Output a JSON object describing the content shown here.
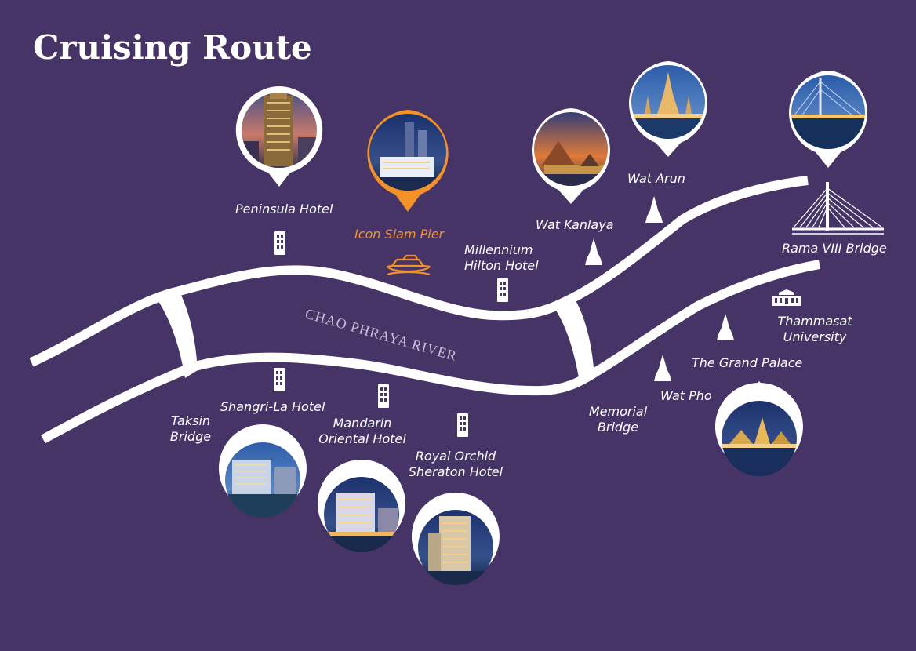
{
  "title": "Cruising Route",
  "river_name": "CHAO PHRAYA RIVER",
  "colors": {
    "background": "#463466",
    "river": "#ffffff",
    "highlight": "#f4922a"
  },
  "places": {
    "peninsula": "Peninsula Hotel",
    "icon_siam": "Icon Siam Pier",
    "millennium_line1": "Millennium",
    "millennium_line2": "Hilton Hotel",
    "wat_kanlaya": "Wat Kanlaya",
    "wat_arun": "Wat Arun",
    "rama8": "Rama VIII Bridge",
    "thammasat_line1": "Thammasat",
    "thammasat_line2": "University",
    "grand_palace": "The Grand Palace",
    "wat_pho": "Wat Pho",
    "memorial_line1": "Memorial",
    "memorial_line2": "Bridge",
    "taksin_line1": "Taksin",
    "taksin_line2": "Bridge",
    "shangri_la": "Shangri-La Hotel",
    "mandarin_line1": "Mandarin",
    "mandarin_line2": "Oriental Hotel",
    "royal_orchid_line1": "Royal Orchid",
    "royal_orchid_line2": "Sheraton Hotel"
  },
  "icons": {
    "hotel": "hotel-building-icon",
    "temple": "temple-stupa-icon",
    "boat": "boat-icon",
    "bridge": "cable-bridge-icon",
    "university": "university-building-icon",
    "photo_pin": "photo-pin-marker"
  }
}
